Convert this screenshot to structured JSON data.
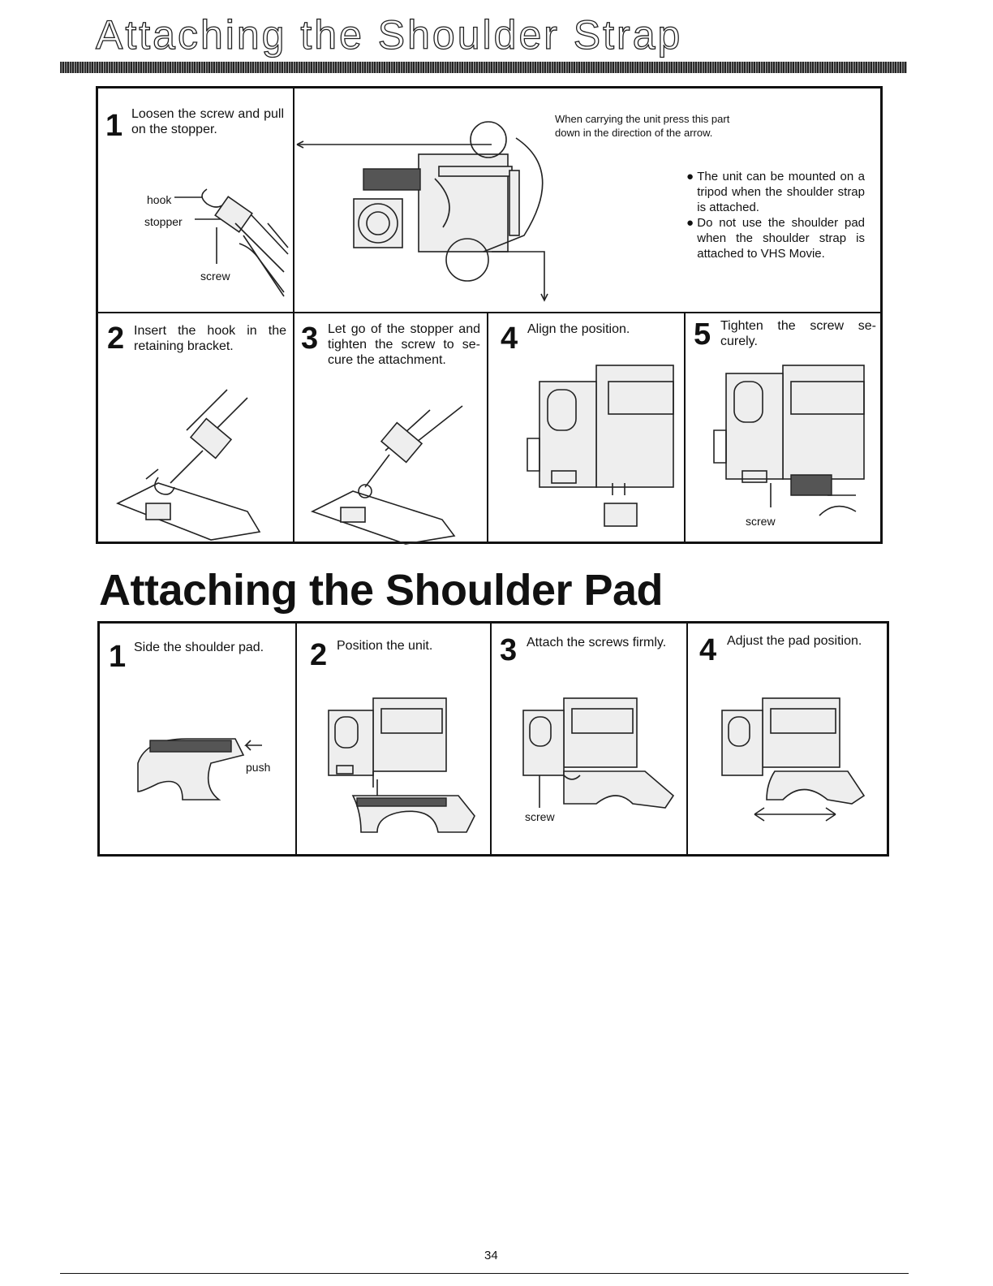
{
  "strap_section": {
    "title": "Attaching the Shoulder Strap",
    "step1": {
      "number": "1",
      "text": "Loosen the screw and pull on the stopper.",
      "labels": {
        "hook": "hook",
        "stopper": "stopper",
        "screw": "screw"
      }
    },
    "callout_top": "When carrying the unit press this part down in the direction of the arrow.",
    "notes": [
      "The unit can be mounted on a tripod when the shoulder strap is attached.",
      "Do not use the shoulder pad when the shoulder strap is attached to VHS Movie."
    ],
    "step2": {
      "number": "2",
      "text": "Insert the hook in the retaining bracket."
    },
    "step3": {
      "number": "3",
      "text": "Let go of the stopper and tighten the screw to se-cure the attachment."
    },
    "step4": {
      "number": "4",
      "text": "Align the position."
    },
    "step5": {
      "number": "5",
      "text": "Tighten the screw se-curely.",
      "label_screw": "screw"
    }
  },
  "pad_section": {
    "title": "Attaching the Shoulder Pad",
    "step1": {
      "number": "1",
      "text": "Side the shoulder pad.",
      "label_push": "push"
    },
    "step2": {
      "number": "2",
      "text": "Position the unit."
    },
    "step3": {
      "number": "3",
      "text": "Attach the screws firmly.",
      "label_screw": "screw"
    },
    "step4": {
      "number": "4",
      "text": "Adjust the pad position."
    }
  },
  "page_number": "34"
}
